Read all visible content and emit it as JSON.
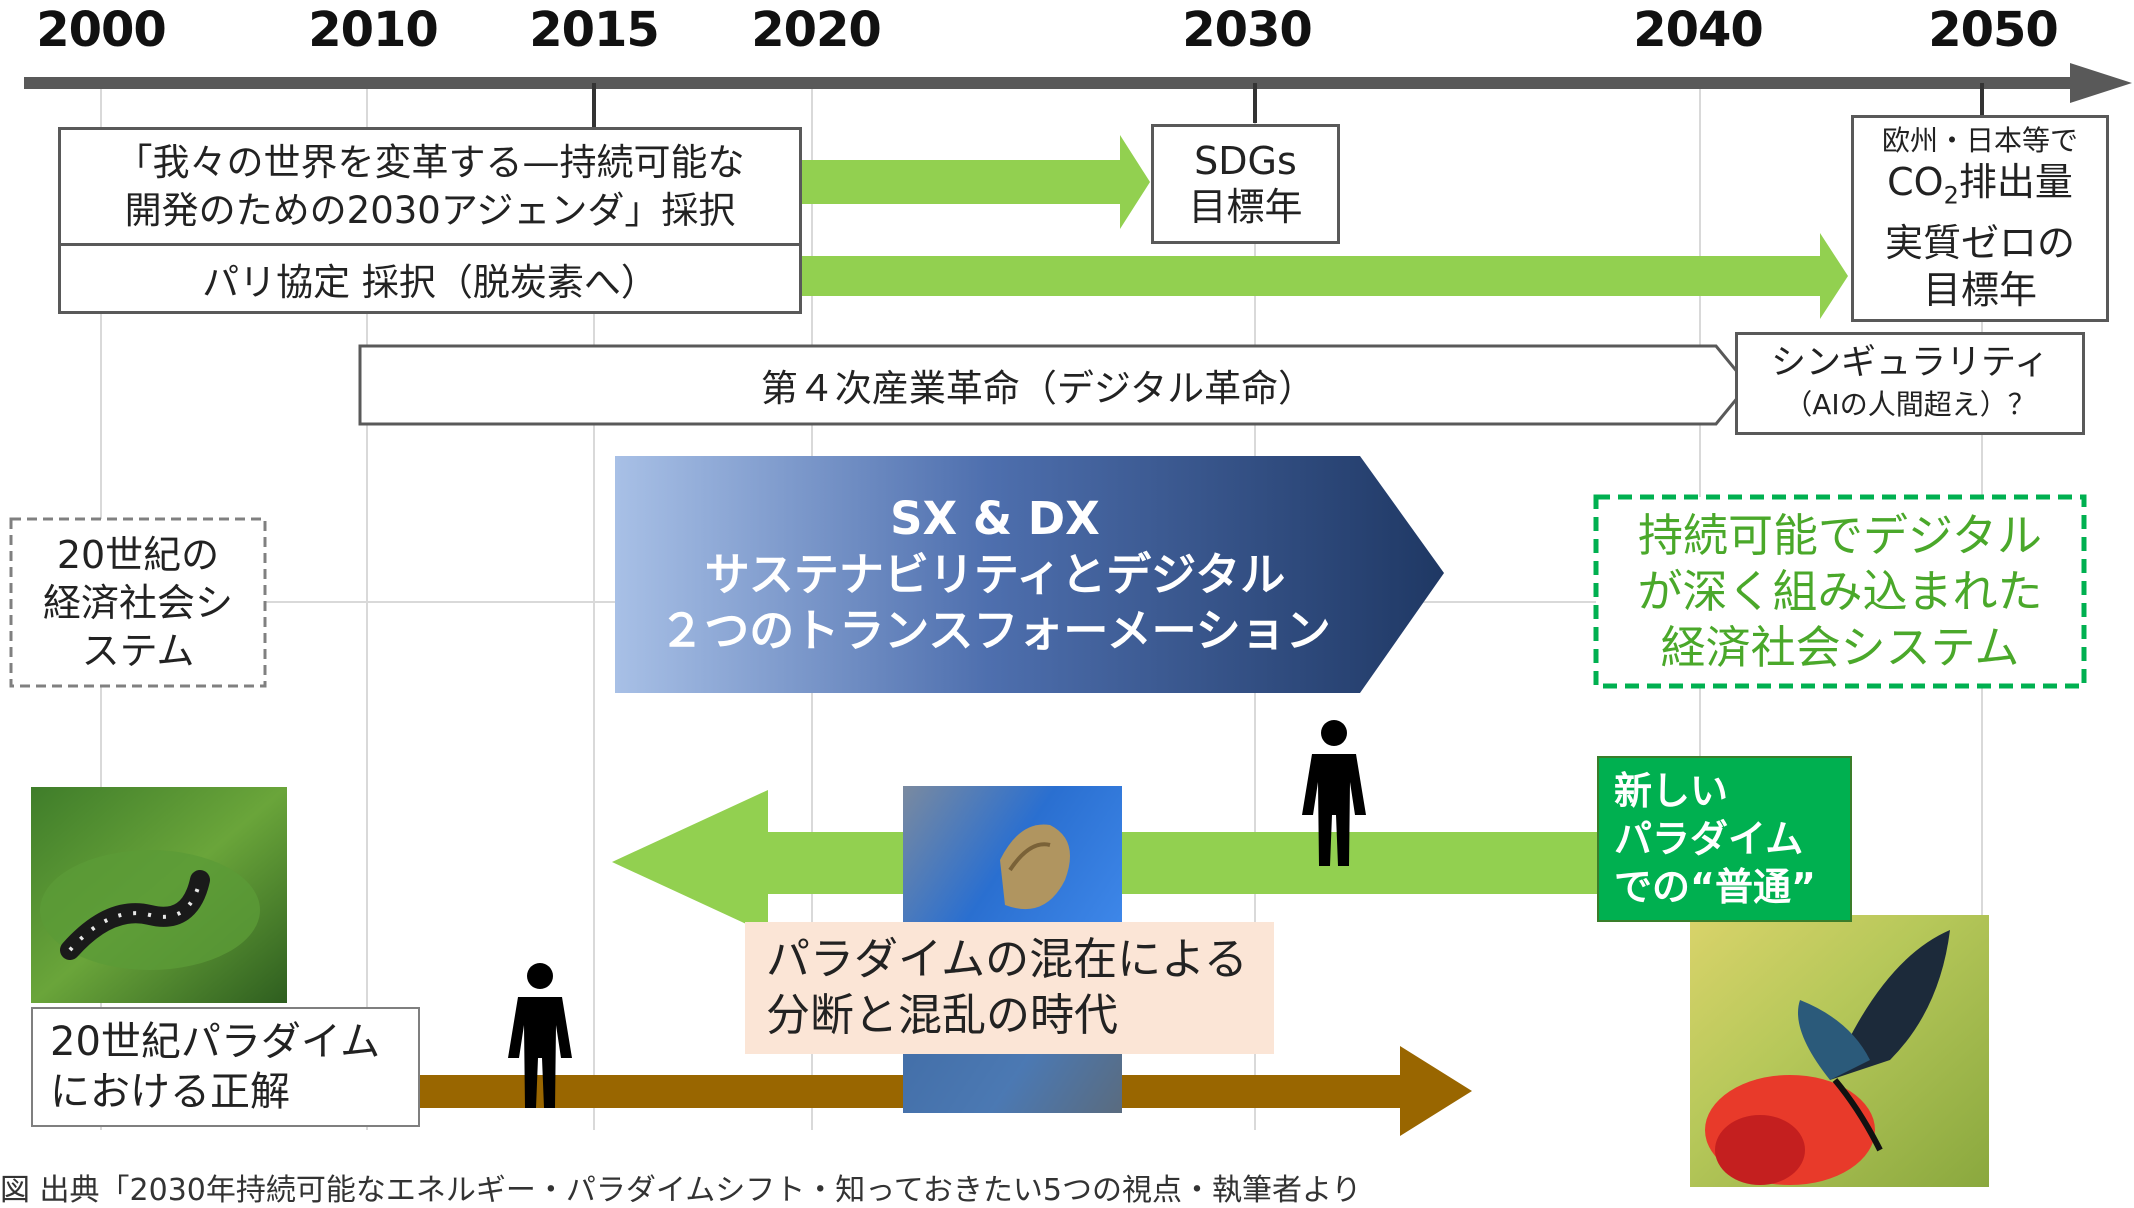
{
  "timeline": {
    "years": [
      "2000",
      "2010",
      "2015",
      "2020",
      "2030",
      "2040",
      "2050"
    ]
  },
  "agenda": {
    "sdgs_adoption_line1": "「我々の世界を変革する—持続可能な",
    "sdgs_adoption_line2": "開発のための2030アジェンダ」採択",
    "paris_agreement": "パリ協定 採択（脱炭素へ）",
    "sdgs_target_line1": "SDGs",
    "sdgs_target_line2": "目標年",
    "co2_target_line1": "欧州・日本等で",
    "co2_target_line2_prefix": "CO",
    "co2_target_line2_sub": "2",
    "co2_target_line2_suffix": "排出量",
    "co2_target_line3": "実質ゼロの",
    "co2_target_line4": "目標年"
  },
  "revolution": {
    "industry4": "第４次産業革命（デジタル革命）",
    "singularity_line1": "シンギュラリティ",
    "singularity_line2": "（AIの人間超え）？"
  },
  "sxdx": {
    "line1": "SX & DX",
    "line2": "サステナビリティとデジタル",
    "line3": "２つのトランスフォーメーション"
  },
  "old_system": {
    "line1": "20世紀の",
    "line2": "経済社会シ",
    "line3": "ステム"
  },
  "new_system": {
    "line1": "持続可能でデジタル",
    "line2": "が深く組み込まれた",
    "line3": "経済社会システム"
  },
  "paradigm": {
    "new_line1": "新しい",
    "new_line2": "パラダイム",
    "new_line3": "での“普通”",
    "mixed_line1": "パラダイムの混在による",
    "mixed_line2": "分断と混乱の時代",
    "old_line1": "20世紀パラダイム",
    "old_line2": "における正解"
  },
  "footer": {
    "source": "図 出典「2030年持続可能なエネルギー・パラダイムシフト・知っておきたい5つの視点・執筆者より"
  },
  "colors": {
    "axis": "#595959",
    "green_arrow": "#92d050",
    "brown_arrow": "#996600",
    "chevron_dark": "#1f3864",
    "chevron_light": "#9db7e3",
    "new_paradigm_green": "#00b050",
    "dashed_green": "#00b050",
    "mixed_bg": "#fbe5d6"
  }
}
